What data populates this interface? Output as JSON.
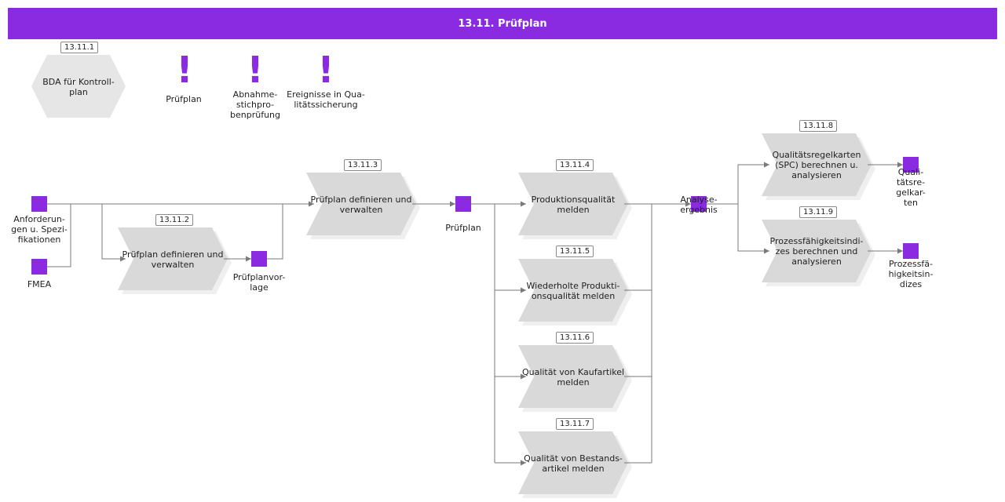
{
  "header": {
    "title": "13.11. Prüfplan"
  },
  "colors": {
    "accent": "#8a2be2",
    "shape_fill": "#d9d9d9",
    "connector": "#7a7a7a"
  },
  "hexagon": {
    "id": "13.11.1",
    "label": "BDA für Kontroll-\nplan"
  },
  "events": [
    {
      "icon": "exclamation-icon",
      "label": "Prüfplan"
    },
    {
      "icon": "exclamation-icon",
      "label": "Abnahme-\nstichpro-\nbenprüfung"
    },
    {
      "icon": "exclamation-icon",
      "label": "Ereignisse in  Qua-\nlitätssicherung"
    }
  ],
  "objects": {
    "anforderungen": "Anforderun-\ngen u. Spezi-\nfikationen",
    "fmea": "FMEA",
    "pruefplanvorlage": "Prüfplanvor-\nlage",
    "pruefplan": "Prüfplan",
    "analyseergebnis": "Analyse-\nergebnis",
    "qualitaetsregelkarten": "Quali-\ntätsre-\ngelkar-\nten",
    "prozessfaehigkeitsindizes": "Prozessfä-\nhigkeitsin-\ndizes"
  },
  "functions": [
    {
      "id": "13.11.2",
      "label": "Prüfplan definieren und\nverwalten"
    },
    {
      "id": "13.11.3",
      "label": "Prüfplan definieren und\nverwalten"
    },
    {
      "id": "13.11.4",
      "label": "Produktionsqualität\nmelden"
    },
    {
      "id": "13.11.5",
      "label": "Wiederholte Produkti-\nonsqualität melden"
    },
    {
      "id": "13.11.6",
      "label": "Qualität von Kaufartikel\nmelden"
    },
    {
      "id": "13.11.7",
      "label": "Qualität von Bestands-\nartikel melden"
    },
    {
      "id": "13.11.8",
      "label": "Qualitätsregelkarten\n(SPC) berechnen u.\nanalysieren"
    },
    {
      "id": "13.11.9",
      "label": "Prozessfähigkeitsindi-\nzes berechnen und\nanalysieren"
    }
  ]
}
